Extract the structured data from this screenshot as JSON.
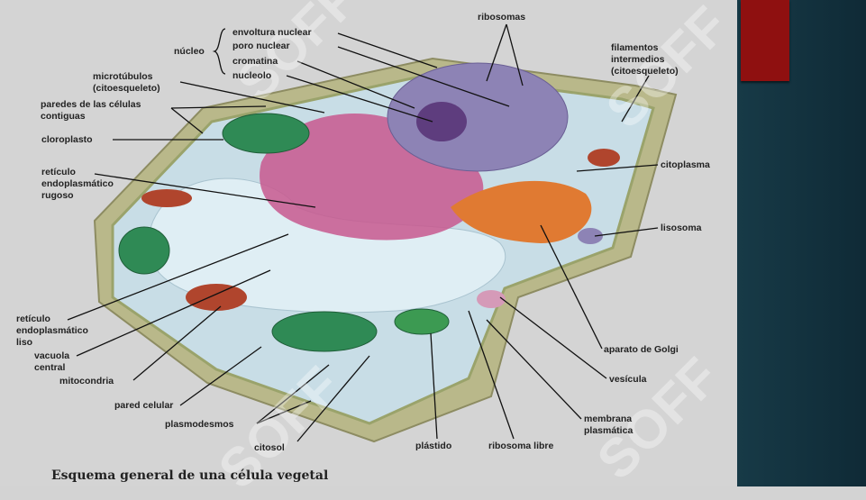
{
  "labels": {
    "envoltura_nuclear": "envoltura nuclear",
    "poro_nuclear": "poro nuclear",
    "cromatina": "cromatina",
    "nucleolo": "nucleolo",
    "nucleo": "núcleo",
    "ribosomas": "ribosomas",
    "filamentos": [
      "filamentos",
      "intermedios",
      "(citoesqueleto)"
    ],
    "microtubulos": [
      "microtúbulos",
      "(citoesqueleto)"
    ],
    "paredes": [
      "paredes de las células",
      "contiguas"
    ],
    "cloroplasto": "cloroplasto",
    "rer": [
      "retículo",
      "endoplasmático",
      "rugoso"
    ],
    "citoplasma": "citoplasma",
    "lisosoma": "lisosoma",
    "rel": [
      "retículo",
      "endoplasmático",
      "liso"
    ],
    "vacuola": [
      "vacuola",
      "central"
    ],
    "mitocondria": "mitocondria",
    "pared_celular": "pared celular",
    "plasmodesmos": "plasmodesmos",
    "citosol": "citosol",
    "plastido": "plástido",
    "ribosoma_libre": "ribosoma libre",
    "membrana": [
      "membrana",
      "plasmática"
    ],
    "vesicula": "vesícula",
    "golgi": "aparato de Golgi"
  },
  "caption": "Esquema general de una célula vegetal",
  "watermark": "SOFF",
  "colors": {
    "panel": "#163845",
    "accent": "#8f1010",
    "background": "#d4d4d4"
  }
}
